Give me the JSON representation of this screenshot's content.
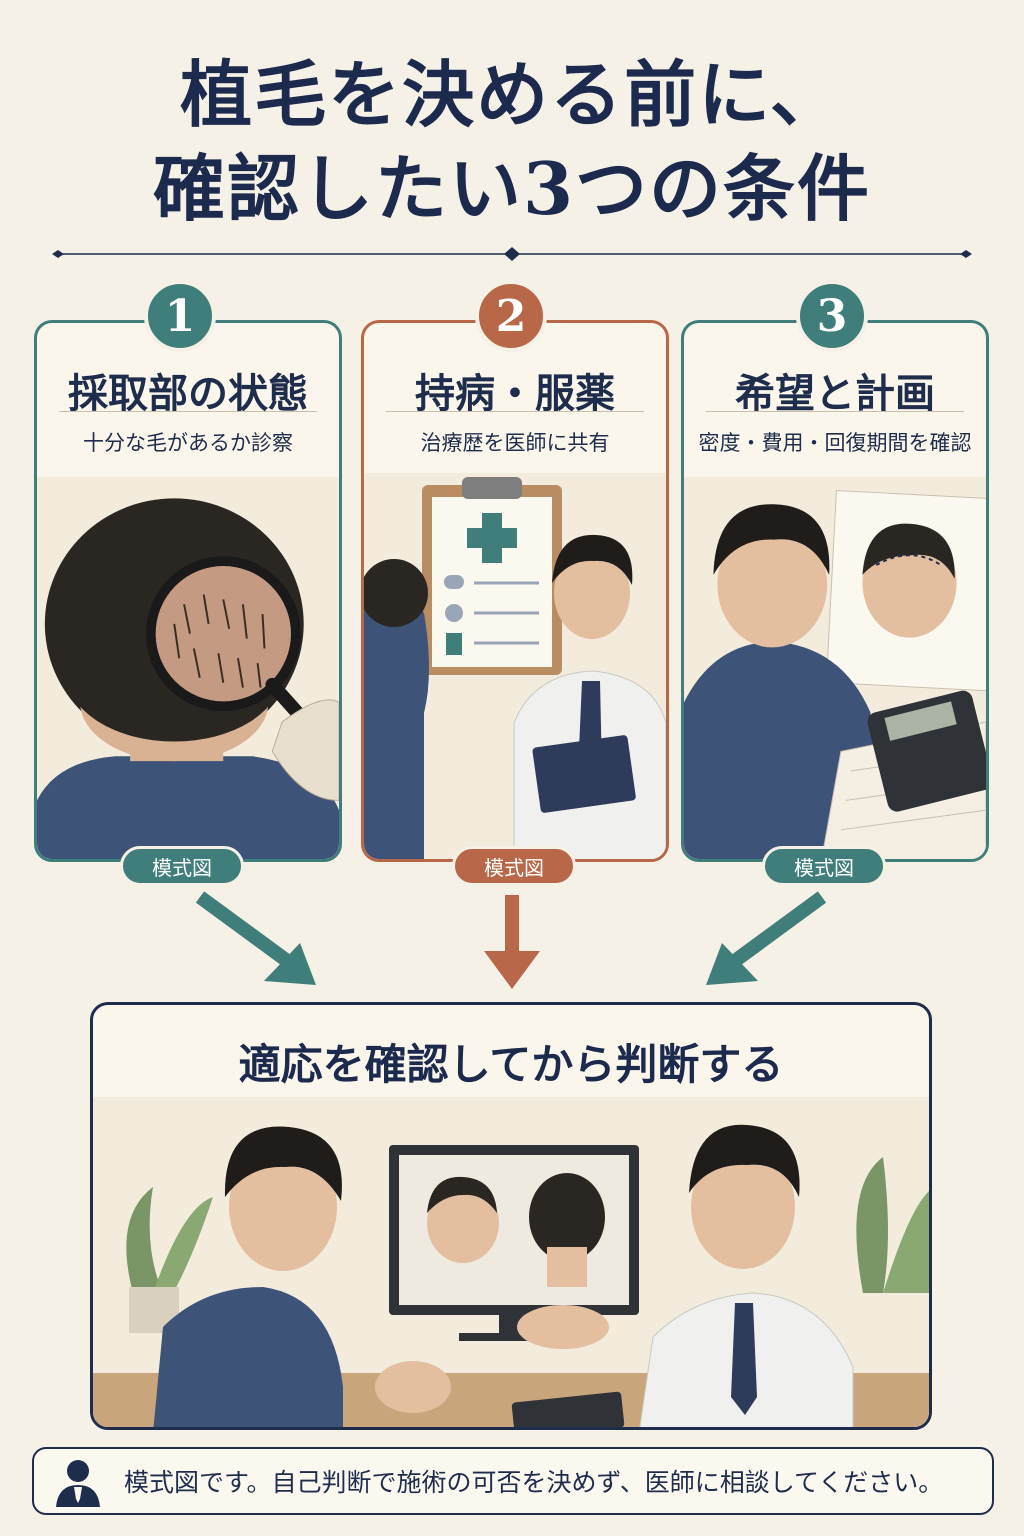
{
  "title": {
    "line1": "植毛を決める前に、",
    "line2": "確認したい3つの条件"
  },
  "steps": [
    {
      "number": "1",
      "title": "採取部の状態",
      "subtitle": "十分な毛があるか診察",
      "badge": "模式図",
      "color": "#3f7e7a",
      "icon": "magnifier-scalp-icon"
    },
    {
      "number": "2",
      "title": "持病・服薬",
      "subtitle": "治療歴を医師に共有",
      "badge": "模式図",
      "color": "#b86848",
      "icon": "clipboard-doctor-icon"
    },
    {
      "number": "3",
      "title": "希望と計画",
      "subtitle": "密度・費用・回復期間を確認",
      "badge": "模式図",
      "color": "#3f7e7a",
      "icon": "calculator-plan-icon"
    }
  ],
  "result": {
    "title": "適応を確認してから判断する"
  },
  "note": {
    "icon": "doctor-avatar-icon",
    "text": "模式図です。自己判断で施術の可否を決めず、医師に相談してください。"
  },
  "colors": {
    "background": "#f6f1e6",
    "navy": "#1f2d4d",
    "teal": "#3f7e7a",
    "terracotta": "#b86848"
  }
}
